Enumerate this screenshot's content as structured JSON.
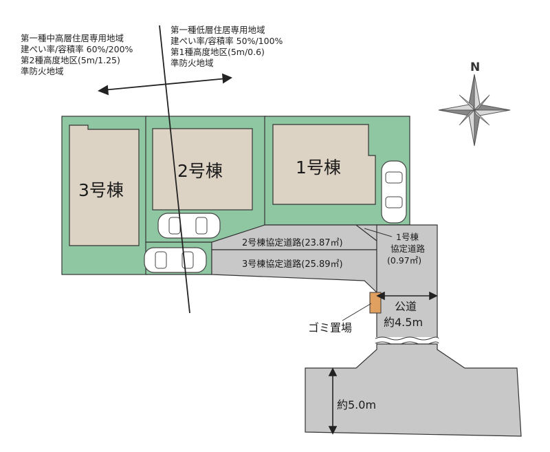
{
  "zones": {
    "left": {
      "lines": [
        "第一種中高層住居専用地域",
        "建ぺい率/容積率 60%/200%",
        "第2種高度地区(5m/1.25)",
        "準防火地域"
      ]
    },
    "right": {
      "lines": [
        "第一種低層住居専用地域",
        "建ぺい率/容積率 50%/100%",
        "第1種高度地区(5m/0.6)",
        "準防火地域"
      ]
    }
  },
  "compass": {
    "label": "N"
  },
  "buildings": {
    "b1": "1号棟",
    "b2": "2号棟",
    "b3": "3号棟"
  },
  "roads": {
    "road2": "2号棟協定道路(23.87㎡)",
    "road3": "3号棟協定道路(25.89㎡)",
    "road1": {
      "line1": "1号棟",
      "line2": "協定道路",
      "line3": "(0.97㎡)"
    },
    "public": {
      "line1": "公道",
      "line2": "約4.5m"
    },
    "main_width": "約5.0m"
  },
  "garbage": "ゴミ置場",
  "colors": {
    "lot": "#8fc7a3",
    "building": "#ddd3c4",
    "road": "#c8c8c8",
    "garbage": "#e0a060"
  }
}
